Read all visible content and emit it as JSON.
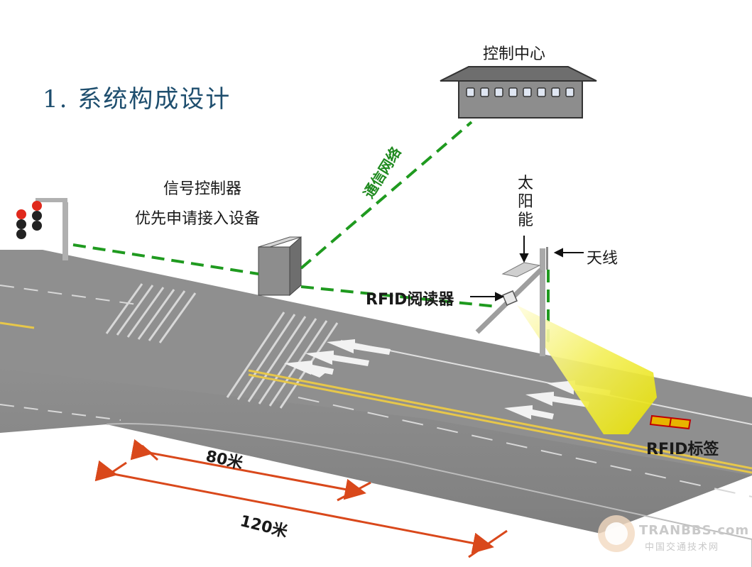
{
  "title": "1. 系统构成设计",
  "labels": {
    "control_center": "控制中心",
    "signal_controller": "信号控制器",
    "priority_device": "优先申请接入设备",
    "network": "通信网络",
    "solar": "太阳能",
    "antenna": "天线",
    "rfid_reader": "RFID阅读器",
    "rfid_tag": "RFID标签",
    "dist_80": "80米",
    "dist_120": "120米"
  },
  "watermark": {
    "site": "TRANBBS.com",
    "sub": "中国交通技术网"
  },
  "colors": {
    "network_line": "#1f9a1f",
    "dimension_line": "#d9481b",
    "road": "#8a8a8a",
    "rfid_beam": "#e8e400",
    "rfid_tag": "#e8b400",
    "title": "#1e4e6e"
  }
}
